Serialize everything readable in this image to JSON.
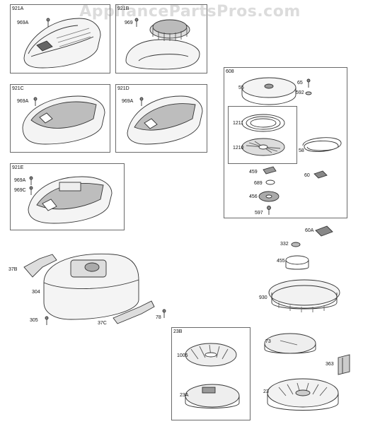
{
  "watermark": "AppliancePartsPros.com",
  "groups": {
    "g921a": "921A",
    "g921b": "921B",
    "g921c": "921C",
    "g921d": "921D",
    "g921e": "921E",
    "g608": "608",
    "g23b": "23B"
  },
  "parts": {
    "p969a_1": "969A",
    "p969_b": "969",
    "p969a_c": "969A",
    "p969a_d": "969A",
    "p969a_e": "969A",
    "p969c_e": "969C",
    "p55": "55",
    "p65": "65",
    "p592": "592",
    "p1211": "1211",
    "p1210": "1210",
    "p58": "58",
    "p459": "459",
    "p60": "60",
    "p689": "689",
    "p456": "456",
    "p597": "597",
    "p60a": "60A",
    "p332": "332",
    "p455": "455",
    "p37b": "37B",
    "p304": "304",
    "p305": "305",
    "p37c": "37C",
    "p78": "78",
    "p930": "930",
    "p1005": "1005",
    "p23a": "23A",
    "p73": "73",
    "p363": "363",
    "p23": "23"
  }
}
